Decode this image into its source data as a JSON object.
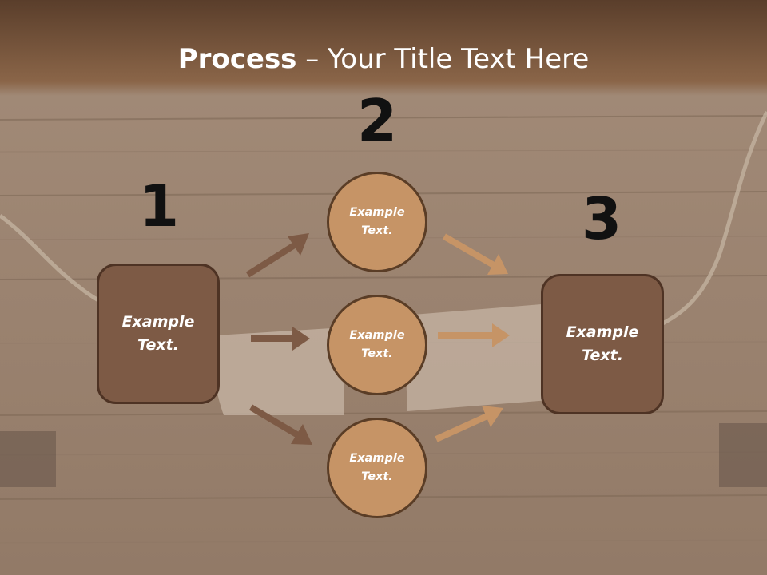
{
  "slide": {
    "title_bold": "Process",
    "title_rest": " – Your Title Text Here",
    "step_numbers": [
      "1",
      "2",
      "3"
    ],
    "left_box": "Example Text.",
    "right_box": "Example Text.",
    "circles": [
      "Example Text.",
      "Example Text.",
      "Example Text."
    ]
  },
  "colors": {
    "header": "#7a5a42",
    "box_fill": "#7d5a45",
    "box_border": "#4e3324",
    "circle_fill": "#c69466",
    "circle_border": "#5a3d26",
    "arrow_dark": "#7d5a45",
    "arrow_light": "#c69466"
  }
}
